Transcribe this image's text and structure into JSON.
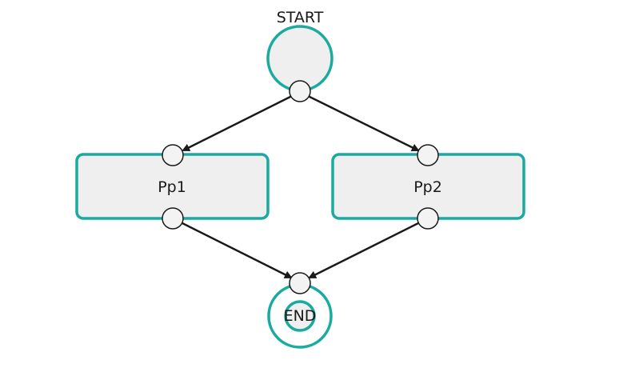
{
  "colors": {
    "accent": "#1aaa9f",
    "node_fill": "#efefef",
    "port_fill": "#f3f3f3",
    "edge": "#1a1a1a"
  },
  "nodes": {
    "start": {
      "label": "START"
    },
    "pp1": {
      "label": "Pp1"
    },
    "pp2": {
      "label": "Pp2"
    },
    "end": {
      "label": "END"
    }
  }
}
